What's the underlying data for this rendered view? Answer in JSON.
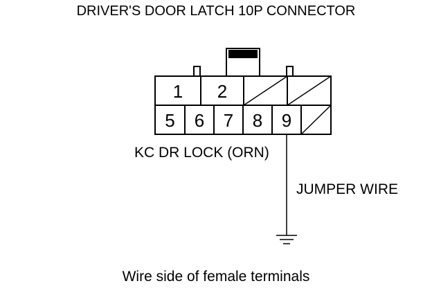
{
  "title": "DRIVER'S DOOR LATCH 10P CONNECTOR",
  "caption": "Wire side of female terminals",
  "wire_label": "KC DR LOCK (ORN)",
  "jumper_label": "JUMPER WIRE",
  "connector": {
    "top_row": [
      "1",
      "2",
      "",
      ""
    ],
    "bottom_row": [
      "5",
      "6",
      "7",
      "8",
      "9",
      ""
    ]
  },
  "ground_icon": "ground-icon"
}
